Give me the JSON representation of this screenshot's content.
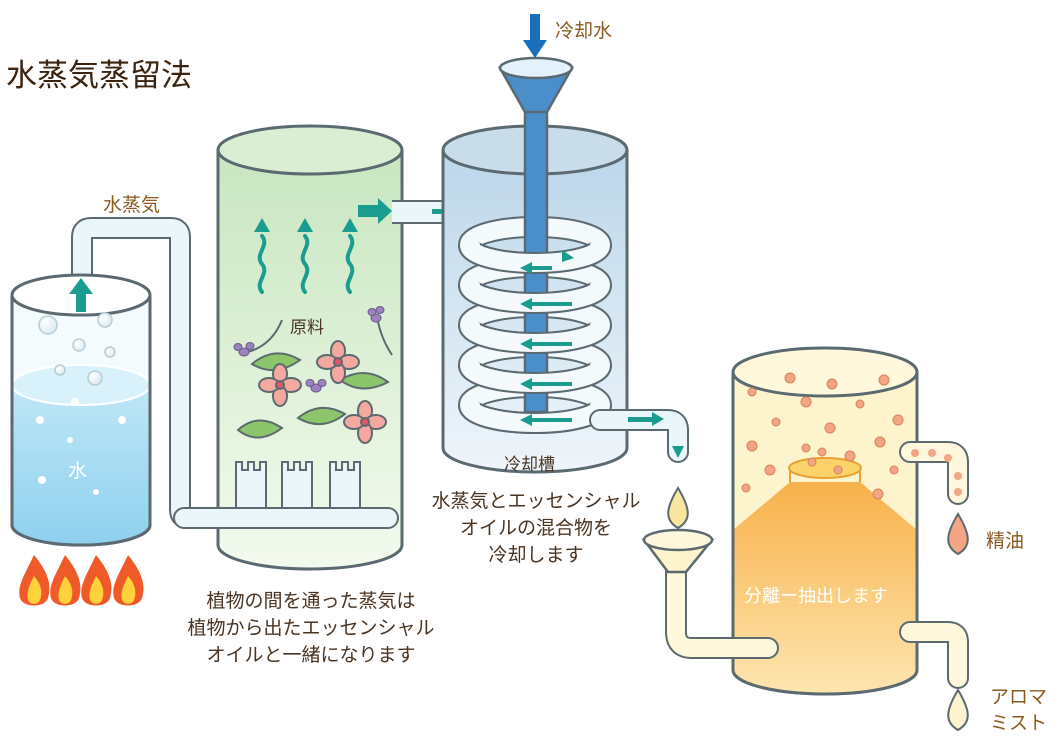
{
  "title": "水蒸気蒸留法",
  "labels": {
    "cooling_water": "冷却水",
    "steam": "水蒸気",
    "raw_material": "原料",
    "water": "水",
    "cooling_tank": "冷却槽",
    "essential_oil": "精油",
    "aroma_mist_line1": "アロマ",
    "aroma_mist_line2": "ミスト",
    "separator": "分離ー抽出します"
  },
  "captions": {
    "steam_through_plants": [
      "植物の間を通った蒸気は",
      "植物から出たエッセンシャル",
      "オイルと一緒になります"
    ],
    "cooling_mixture": [
      "水蒸気とエッセンシャル",
      "オイルの混合物を",
      "冷却します"
    ]
  },
  "colors": {
    "pipe_fill": "#eaf6fa",
    "pipe_stroke": "#5b6a70",
    "water_blue": "#aee0f5",
    "plant_green": "#cfe8c6",
    "cool_blue": "#c6dceb",
    "cool_pipe_blue": "#4a8fca",
    "oil_cream": "#fdf3cc",
    "oil_orange": "#f7b24b",
    "arrow_teal": "#1a9c8e",
    "arrow_blue": "#1a6fbd",
    "flame_red": "#f05a28",
    "flame_yellow": "#ffd23c",
    "droplet_salmon": "#f4a585",
    "text_brown": "#8a5a22"
  },
  "icons": [
    "flame-icon",
    "leaf-icon",
    "flower-icon",
    "lavender-icon",
    "arrow-up-icon",
    "arrow-right-icon",
    "arrow-down-icon",
    "droplet-icon",
    "bubble-icon"
  ]
}
